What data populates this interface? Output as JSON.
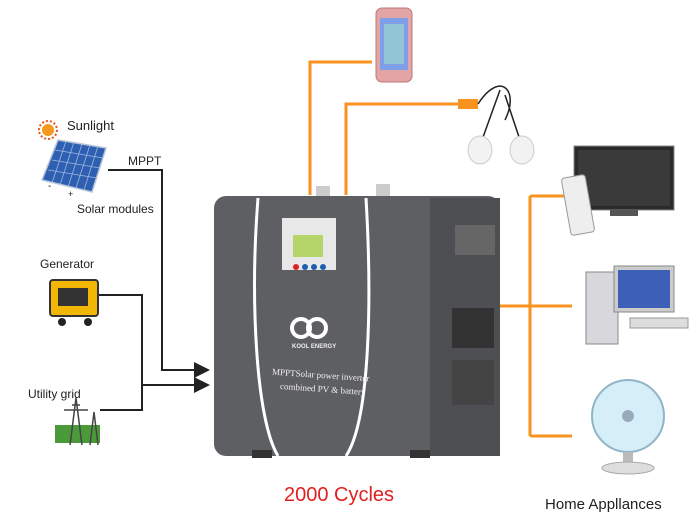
{
  "labels": {
    "sunlight": "Sunlight",
    "mppt": "MPPT",
    "solar_modules": "Solar modules",
    "generator": "Generator",
    "utility_grid": "Utility grid",
    "cycles": "2000 Cycles",
    "home_appliances": "Home Appllances",
    "solar_minus": "-",
    "solar_plus": "+"
  },
  "device": {
    "brand": "KOOL ENERGY",
    "line1": "MPPTSolar power inverter",
    "line2": "combined PV & battery"
  },
  "colors": {
    "wire_orange": "#f7931e",
    "wire_black": "#222222",
    "device_body": "#5e5f62",
    "cycles_text": "#e0201f",
    "lcd": "#b5d56a"
  }
}
